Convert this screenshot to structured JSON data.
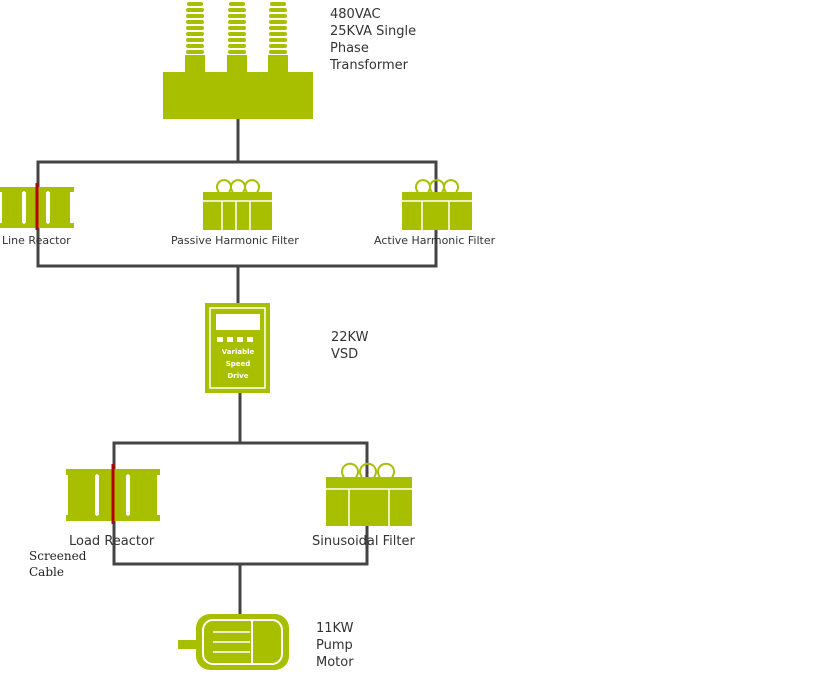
{
  "transformer": {
    "line1": "480VAC",
    "line2": "25KVA Single",
    "line3": "Phase",
    "line4": "Transformer"
  },
  "upper_bus": {
    "line_reactor": "Line Reactor",
    "passive_filter": "Passive Harmonic Filter",
    "active_filter": "Active Harmonic Filter"
  },
  "vsd": {
    "line1": "22KW",
    "line2": "VSD",
    "panel_line1": "Variable",
    "panel_line2": "Speed",
    "panel_line3": "Drive"
  },
  "lower_bus": {
    "load_reactor": "Load Reactor",
    "sinusoidal_filter": "Sinusoidal Filter",
    "cable_line1": "Screened",
    "cable_line2": "Cable"
  },
  "motor": {
    "line1": "11KW",
    "line2": "Pump",
    "line3": "Motor"
  },
  "colors": {
    "component": "#a8bf00",
    "wire": "#444444",
    "cable": "#b40000"
  }
}
